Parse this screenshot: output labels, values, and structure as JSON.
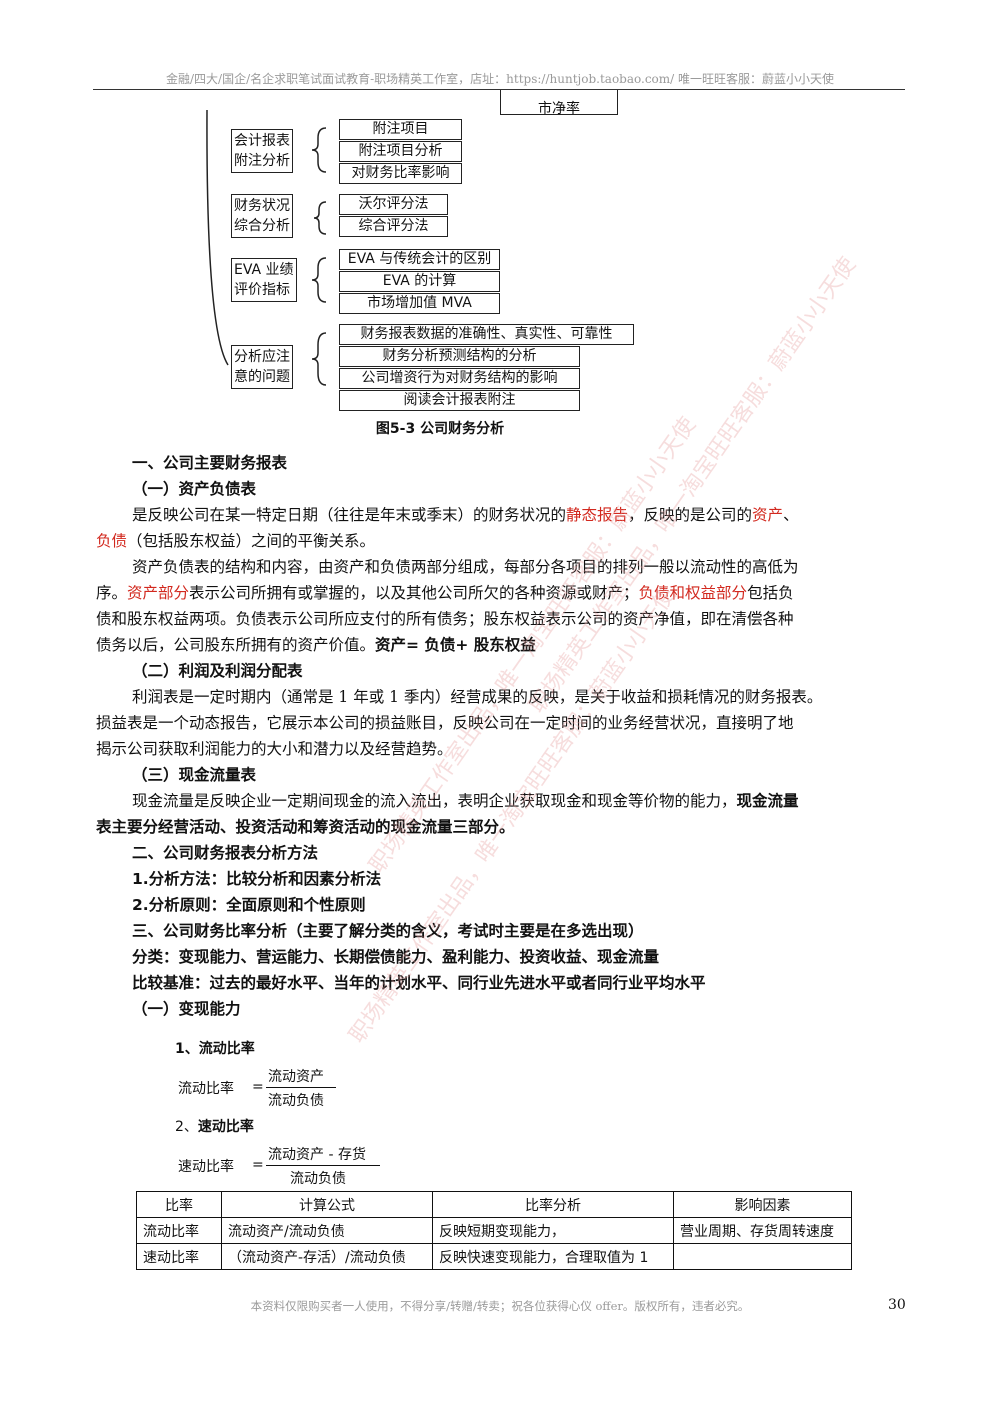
{
  "header": {
    "text": "金融/四大/国企/名企求职笔试面试教育-职场精英工作室，店址：https://huntjob.taobao.com/   唯一旺旺客服：蔚蓝小小天使"
  },
  "diagram": {
    "top_partial": "市净率",
    "groups": [
      {
        "label_l1": "会计报表",
        "label_l2": "附注分析",
        "items": [
          "附注项目",
          "附注项目分析",
          "对财务比率影响"
        ]
      },
      {
        "label_l1": "财务状况",
        "label_l2": "综合分析",
        "items": [
          "沃尔评分法",
          "综合评分法"
        ]
      },
      {
        "label_l1": "EVA 业绩",
        "label_l2": "评价指标",
        "items": [
          "EVA 与传统会计的区别",
          "EVA 的计算",
          "市场增加值 MVA"
        ]
      },
      {
        "label_l1": "分析应注",
        "label_l2": "意的问题",
        "items": [
          "财务报表数据的准确性、真实性、可靠性",
          "财务分析预测结构的分析",
          "公司增资行为对财务结构的影响",
          "阅读会计报表附注"
        ]
      }
    ],
    "caption": "图5-3   公司财务分析"
  },
  "body": {
    "h1": "一、公司主要财务报表",
    "h1_1": "（一）资产负债表",
    "p1_a": "是反映公司在某一特定日期（往往是年末或季末）的财务状况的",
    "p1_red1": "静态报告",
    "p1_b": "，反映的是公司的",
    "p1_red2": "资产",
    "p1_c": "、",
    "p1_red3": "负债",
    "p1_d": "（包括股东权益）之间的平衡关系。",
    "p2_l1": "资产负债表的结构和内容，由资产和负债两部分组成，每部分各项目的排列一般以流动性的高低为",
    "p2_l2_a": "序。",
    "p2_l2_red1": "资产部分",
    "p2_l2_b": "表示公司所拥有或掌握的，以及其他公司所欠的各种资源或财产；",
    "p2_l2_red2": "负债和权益部分",
    "p2_l2_c": "包括负",
    "p2_l3": "债和股东权益两项。负债表示公司所应支付的所有债务；股东权益表示公司的资产净值，即在清偿各种",
    "p2_l4_a": "债务以后，公司股东所拥有的资产价值。",
    "p2_l4_b": "资产= 负债+ 股东权益",
    "h1_2": "（二）利润及利润分配表",
    "p3_l1": "利润表是一定时期内（通常是 1 年或 1 季内）经营成果的反映，是关于收益和损耗情况的财务报表。",
    "p3_l2": "损益表是一个动态报告，它展示本公司的损益账目，反映公司在一定时间的业务经营状况，直接明了地",
    "p3_l3": "揭示公司获取利润能力的大小和潜力以及经营趋势。",
    "h1_3": "（三）现金流量表",
    "p4_l1_a": "现金流量是反映企业一定期间现金的流入流出，表明企业获取现金和现金等价物的能力，",
    "p4_l1_b": "现金流量",
    "p4_l2": "表主要分经营活动、投资活动和筹资活动的现金流量三部分。",
    "h2": "二、公司财务报表分析方法",
    "m1": "1.分析方法：比较分析和因素分析法",
    "m2": "2.分析原则：全面原则和个性原则",
    "h3": "三、公司财务比率分析（主要了解分类的含义，考试时主要是在多选出现）",
    "cls": "分类：变现能力、营运能力、长期偿债能力、盈利能力、投资收益、现金流量",
    "cmp": "比较基准：过去的最好水平、当年的计划水平、同行业先进水平或者同行业平均水平",
    "h3_1": "（一）变现能力"
  },
  "formulas": {
    "f1_title": "1、流动比率",
    "f1_lhs": "流动比率",
    "f1_eq": "=",
    "f1_num": "流动资产",
    "f1_den": "流动负债",
    "f2_title_a": "2、",
    "f2_title_b": "速动比率",
    "f2_lhs": "速动比率",
    "f2_eq": "=",
    "f2_num": "流动资产 - 存货",
    "f2_den": "流动负债"
  },
  "table": {
    "headers": [
      "比率",
      "计算公式",
      "比率分析",
      "影响因素"
    ],
    "rows": [
      [
        "流动比率",
        "流动资产/流动负债",
        "反映短期变现能力，",
        "营业周期、存货周转速度"
      ],
      [
        "速动比率",
        "（流动资产-存活）/流动负债",
        "反映快速变现能力，合理取值为 1",
        ""
      ]
    ]
  },
  "footer": {
    "text": "本资料仅限购买者一人使用，不得分享/转赠/转卖；祝各位获得心仪 offer。版权所有，违者必究。",
    "page": "30"
  },
  "watermark": {
    "text": "职场精英工作室出品，唯一淘宝旺旺客服：蔚蓝小小天使"
  }
}
